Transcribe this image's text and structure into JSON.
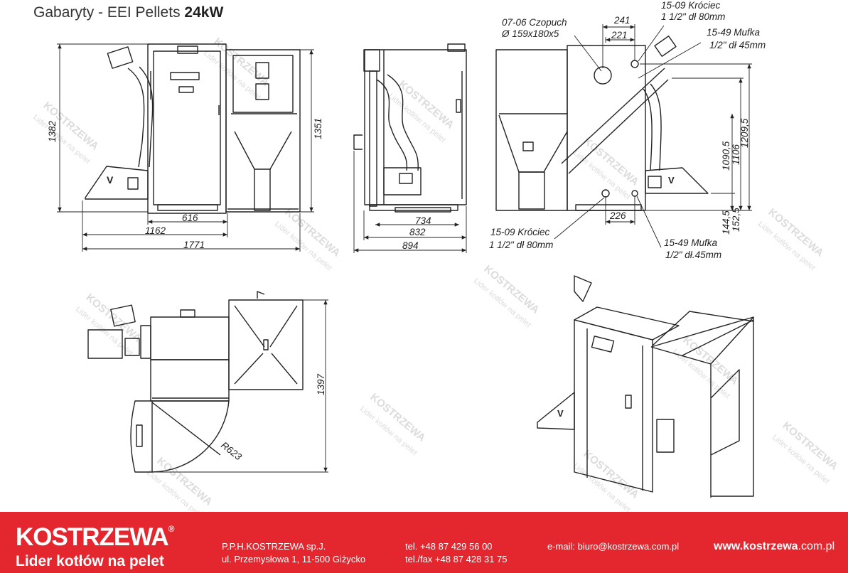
{
  "title": {
    "main": "Gabaryty - EEI Pellets ",
    "bold": "24kW"
  },
  "front_view": {
    "height_boiler": "1382",
    "height_hopper": "1351",
    "w_boiler": "616",
    "w_mid": "1162",
    "w_total": "1771"
  },
  "side_view": {
    "w1": "734",
    "w2": "832",
    "w3": "894"
  },
  "rear_view": {
    "chimney_label": "07-06 Czopuch",
    "chimney_size": "Ø 159x180x5",
    "top_dim1": "241",
    "top_dim2": "221",
    "krociec_top_code": "15-09 Króciec",
    "krociec_top_size": "1 1/2\" dł 80mm",
    "mufka_top_code": "15-49 Mufka",
    "mufka_top_size": "1/2\" dł 45mm",
    "h1": "1090,5",
    "h2": "1106",
    "h3": "1209,5",
    "dim_226": "226",
    "h_low1": "144,5",
    "h_low2": "152,5",
    "krociec_bot_code": "15-09 Króciec",
    "krociec_bot_size": "1 1/2\" dł 80mm",
    "mufka_bot_code": "15-49 Mufka",
    "mufka_bot_size": "1/2\" dł.45mm"
  },
  "top_view": {
    "depth": "1397",
    "radius": "R623"
  },
  "watermark": {
    "brand": "KOSTRZEWA",
    "slogan": "Lider kotłów na pelet"
  },
  "footer": {
    "brand": "KOSTRZEWA",
    "reg": "®",
    "slogan": "Lider kotłów na pelet",
    "company": "P.P.H.KOSTRZEWA sp.J.",
    "address": "ul. Przemysłowa 1, 11-500 Giżycko",
    "tel": "tel. +48 87 429 56 00",
    "fax": "tel./fax +48 87 428 31 75",
    "email": "e-mail: biuro@kostrzewa.com.pl",
    "www_bold": "www.kostrzewa",
    "www_rest": ".com.pl"
  },
  "colors": {
    "footer_red": "#e4262f",
    "line": "#222222",
    "watermark": "#d8d8d8"
  }
}
